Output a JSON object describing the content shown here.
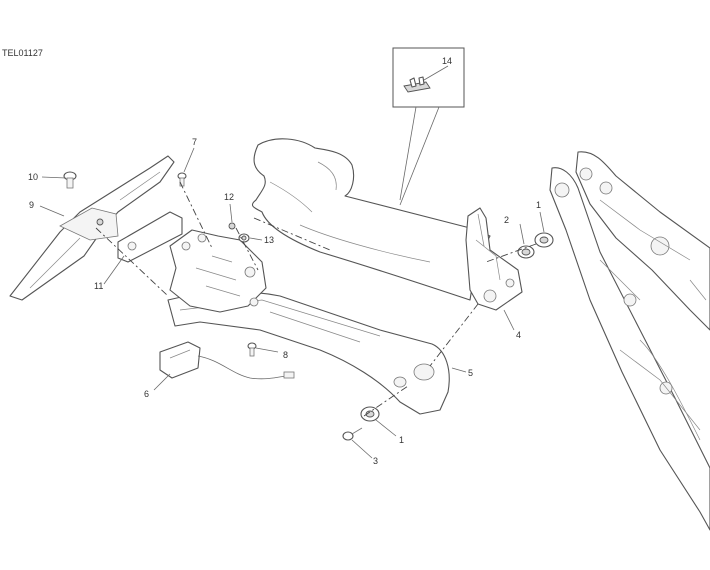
{
  "drawing_code": "TEL01127",
  "callouts": [
    {
      "id": "c1a",
      "label": "1"
    },
    {
      "id": "c1b",
      "label": "1"
    },
    {
      "id": "c2",
      "label": "2"
    },
    {
      "id": "c3",
      "label": "3"
    },
    {
      "id": "c4",
      "label": "4"
    },
    {
      "id": "c5",
      "label": "5"
    },
    {
      "id": "c6",
      "label": "6"
    },
    {
      "id": "c7",
      "label": "7"
    },
    {
      "id": "c8",
      "label": "8"
    },
    {
      "id": "c9",
      "label": "9"
    },
    {
      "id": "c10",
      "label": "10"
    },
    {
      "id": "c11",
      "label": "11"
    },
    {
      "id": "c12",
      "label": "12"
    },
    {
      "id": "c13",
      "label": "13"
    },
    {
      "id": "c14",
      "label": "14"
    }
  ]
}
